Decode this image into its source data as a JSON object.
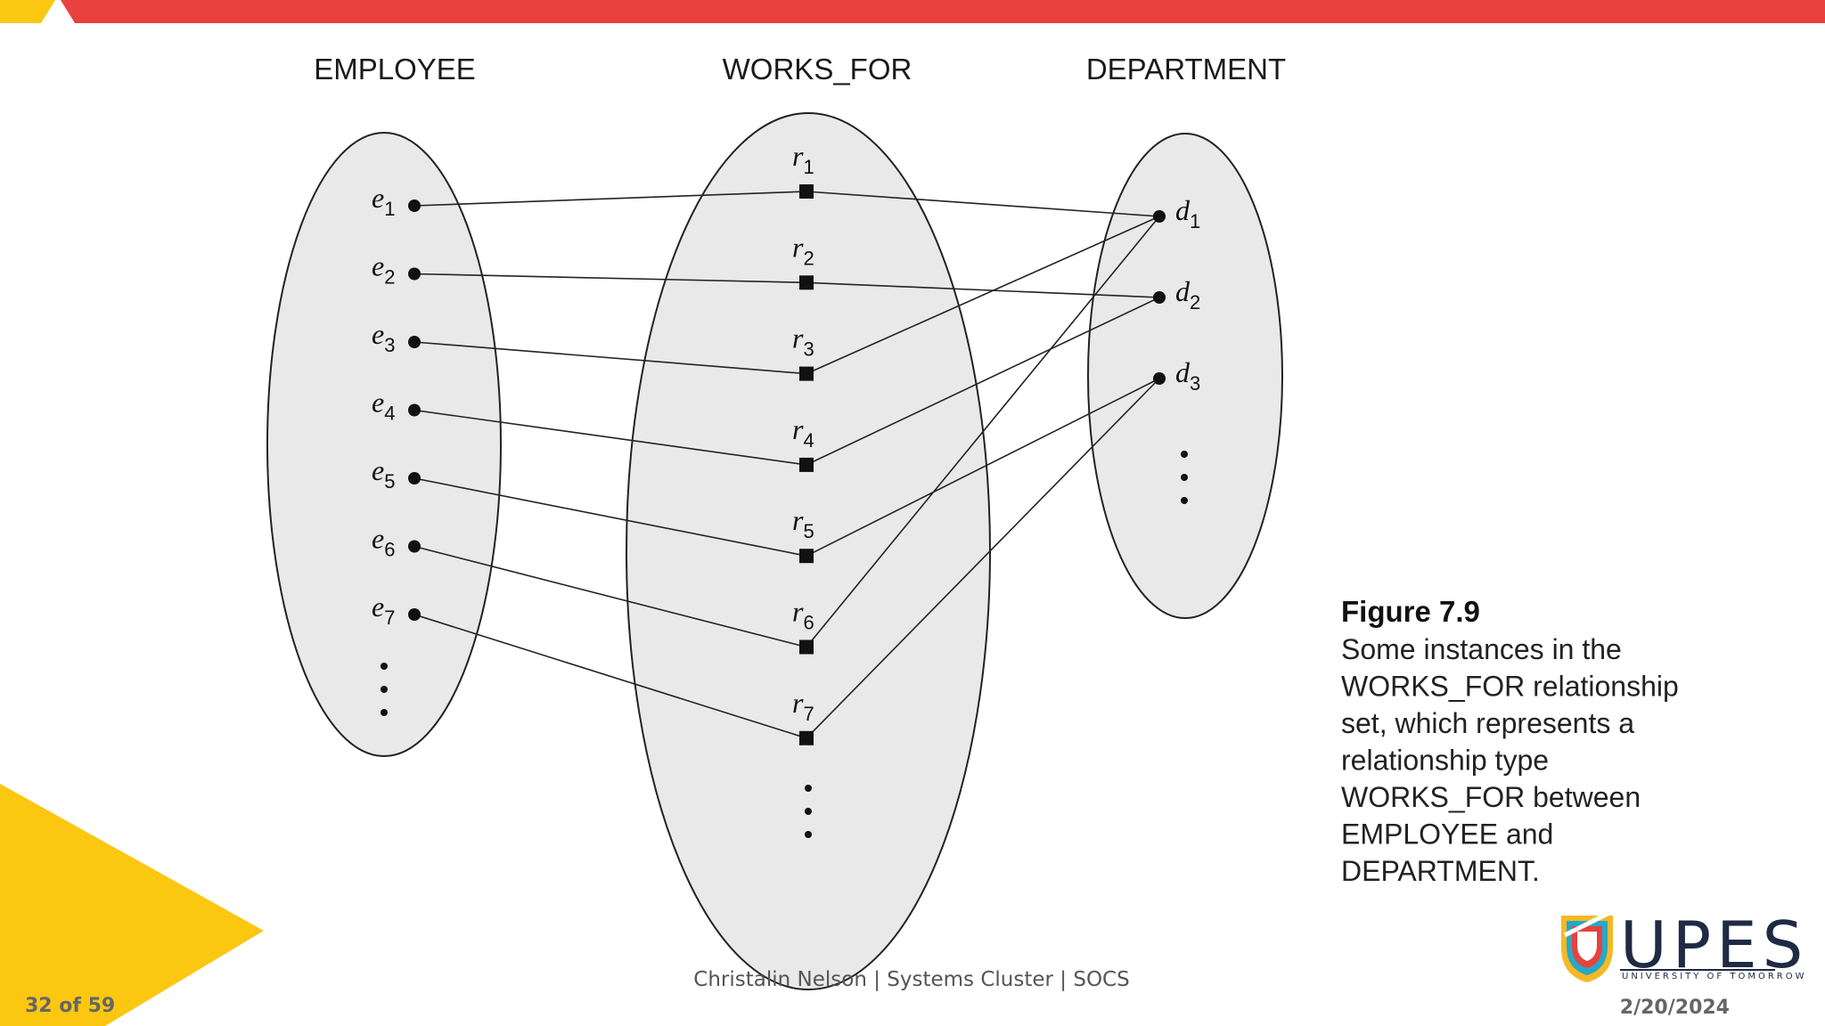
{
  "slide": {
    "accent_red": "#e8413e",
    "accent_yellow": "#fcc711"
  },
  "diagram": {
    "titles": {
      "employee": "EMPLOYEE",
      "works_for": "WORKS_FOR",
      "department": "DEPARTMENT"
    },
    "employees": [
      {
        "base": "e",
        "sub": "1"
      },
      {
        "base": "e",
        "sub": "2"
      },
      {
        "base": "e",
        "sub": "3"
      },
      {
        "base": "e",
        "sub": "4"
      },
      {
        "base": "e",
        "sub": "5"
      },
      {
        "base": "e",
        "sub": "6"
      },
      {
        "base": "e",
        "sub": "7"
      }
    ],
    "relationships": [
      {
        "base": "r",
        "sub": "1"
      },
      {
        "base": "r",
        "sub": "2"
      },
      {
        "base": "r",
        "sub": "3"
      },
      {
        "base": "r",
        "sub": "4"
      },
      {
        "base": "r",
        "sub": "5"
      },
      {
        "base": "r",
        "sub": "6"
      },
      {
        "base": "r",
        "sub": "7"
      }
    ],
    "departments": [
      {
        "base": "d",
        "sub": "1"
      },
      {
        "base": "d",
        "sub": "2"
      },
      {
        "base": "d",
        "sub": "3"
      }
    ],
    "links": [
      {
        "r": 1,
        "e": 1,
        "d": 1
      },
      {
        "r": 2,
        "e": 2,
        "d": 2
      },
      {
        "r": 3,
        "e": 3,
        "d": 1
      },
      {
        "r": 4,
        "e": 4,
        "d": 2
      },
      {
        "r": 5,
        "e": 5,
        "d": 3
      },
      {
        "r": 6,
        "e": 6,
        "d": 1
      },
      {
        "r": 7,
        "e": 7,
        "d": 3
      }
    ],
    "ellipsis_glyph": "⋮"
  },
  "caption": {
    "title": "Figure 7.9",
    "lines": [
      "Some instances in the",
      "WORKS_FOR relationship",
      "set, which represents a",
      "relationship type",
      "WORKS_FOR between",
      "EMPLOYEE and",
      "DEPARTMENT."
    ]
  },
  "footer": {
    "center": "Christalin Nelson | Systems Cluster | SOCS",
    "page": "32 of 59",
    "date": "2/20/2024"
  },
  "logo": {
    "word": "UPES",
    "tagline": "UNIVERSITY OF TOMORROW"
  }
}
